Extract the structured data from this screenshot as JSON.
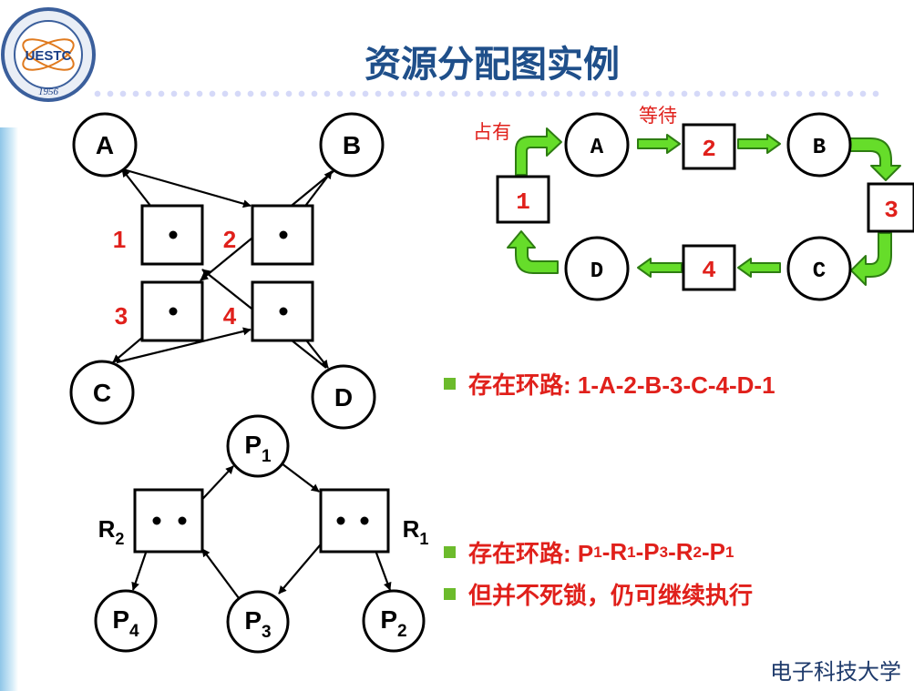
{
  "header": {
    "title": "资源分配图实例",
    "logo_text": "UESTC",
    "logo_year": "1956"
  },
  "graph1": {
    "processes": [
      "A",
      "B",
      "C",
      "D"
    ],
    "resources": [
      "1",
      "2",
      "3",
      "4"
    ]
  },
  "graph2": {
    "processes": [
      "A",
      "B",
      "C",
      "D"
    ],
    "resources": [
      "1",
      "2",
      "3",
      "4"
    ],
    "label_hold": "占有",
    "label_wait": "等待"
  },
  "graph3": {
    "processes": [
      {
        "base": "P",
        "sub": "1"
      },
      {
        "base": "P",
        "sub": "2"
      },
      {
        "base": "P",
        "sub": "3"
      },
      {
        "base": "P",
        "sub": "4"
      }
    ],
    "resources": [
      {
        "base": "R",
        "sub": "1"
      },
      {
        "base": "R",
        "sub": "2"
      }
    ]
  },
  "notes": [
    {
      "parts": [
        {
          "t": "存在环路: 1-A-2-B-3-C-4-D-1"
        }
      ]
    },
    {
      "parts": [
        {
          "t": "存在环路: P"
        },
        {
          "t": "1",
          "sub": true
        },
        {
          "t": "-R"
        },
        {
          "t": "1",
          "sub": true
        },
        {
          "t": "-P"
        },
        {
          "t": "3",
          "sub": true
        },
        {
          "t": "-R"
        },
        {
          "t": "2",
          "sub": true
        },
        {
          "t": "-P"
        },
        {
          "t": "1",
          "sub": true
        }
      ]
    },
    {
      "parts": [
        {
          "t": "但并不死锁，仍可继续执行"
        }
      ]
    }
  ],
  "footer": "电子科技大学",
  "colors": {
    "red": "#e0201b",
    "green": "#66dd2a",
    "title": "#1f4f8a"
  }
}
